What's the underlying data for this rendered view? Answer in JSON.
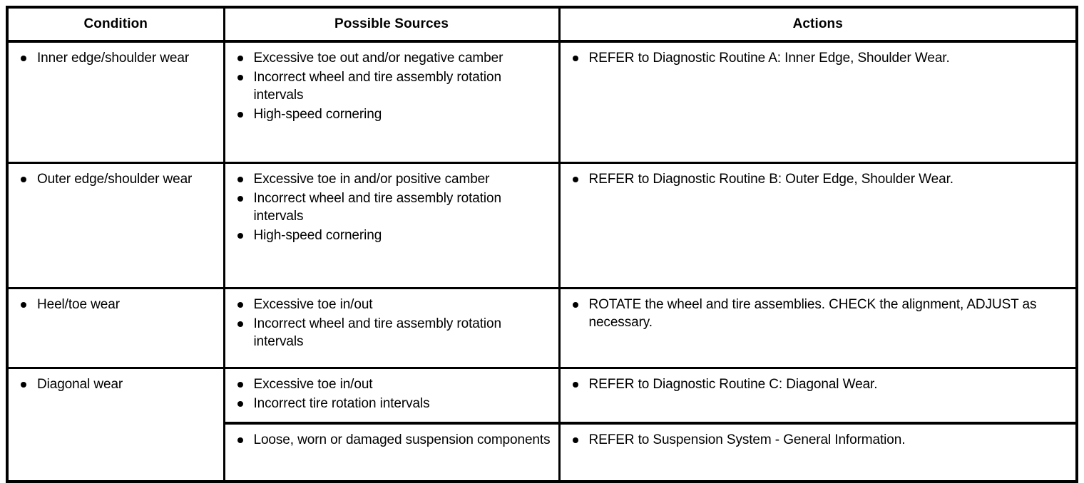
{
  "table": {
    "headers": {
      "condition": "Condition",
      "sources": "Possible Sources",
      "actions": "Actions"
    },
    "rows": [
      {
        "condition": [
          "Inner edge/shoulder wear"
        ],
        "sources": [
          "Excessive toe out and/or negative camber",
          "Incorrect wheel and tire assembly rotation intervals",
          "High-speed cornering"
        ],
        "actions": [
          "REFER to Diagnostic Routine A: Inner Edge, Shoulder Wear."
        ]
      },
      {
        "condition": [
          "Outer edge/shoulder wear"
        ],
        "sources": [
          "Excessive toe in and/or positive camber",
          "Incorrect wheel and tire assembly rotation intervals",
          "High-speed cornering"
        ],
        "actions": [
          "REFER to Diagnostic Routine B: Outer Edge, Shoulder Wear."
        ]
      },
      {
        "condition": [
          "Heel/toe wear"
        ],
        "sources": [
          "Excessive toe in/out",
          "Incorrect wheel and tire assembly rotation intervals"
        ],
        "actions": [
          "ROTATE the wheel and tire assemblies. CHECK the alignment, ADJUST as necessary."
        ]
      },
      {
        "condition": [
          "Diagonal wear"
        ],
        "sub_rows": [
          {
            "sources": [
              "Excessive toe in/out",
              "Incorrect tire rotation intervals"
            ],
            "actions": [
              "REFER to Diagnostic Routine C: Diagonal Wear."
            ]
          },
          {
            "sources": [
              "Loose, worn or damaged suspension components"
            ],
            "actions": [
              "REFER to Suspension System - General Information."
            ]
          }
        ]
      }
    ]
  },
  "colors": {
    "border": "#000000",
    "text": "#000000",
    "background": "#ffffff"
  }
}
